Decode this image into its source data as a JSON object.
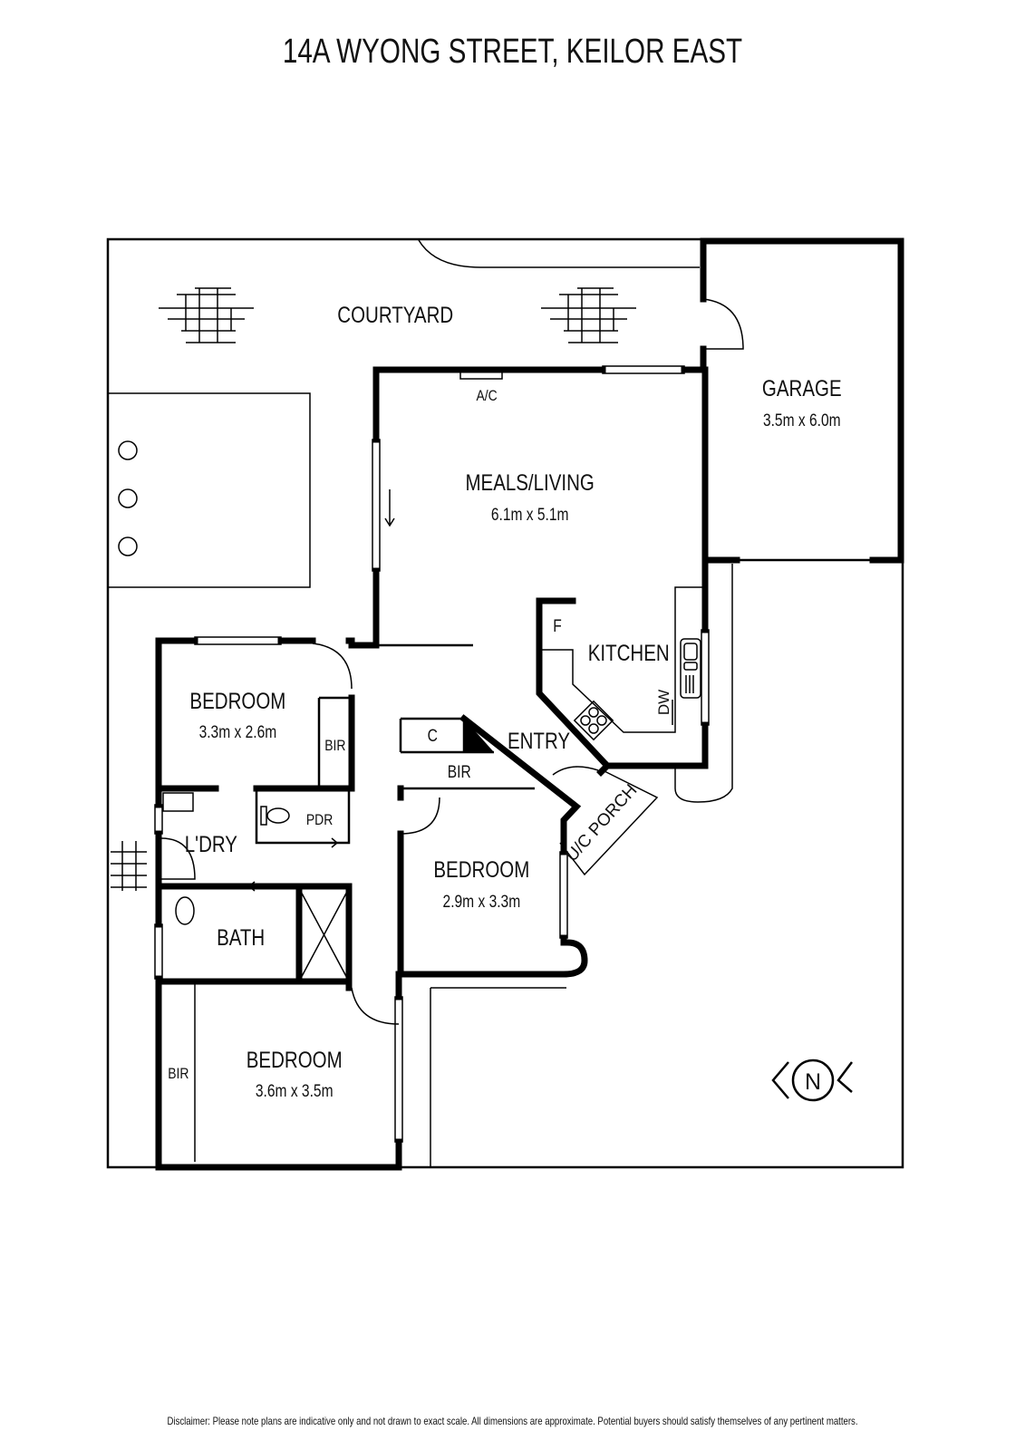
{
  "title": "14A WYONG STREET, KEILOR EAST",
  "disclaimer": "Disclaimer: Please note plans are indicative only and not drawn to exact scale. All dimensions are approximate. Potential buyers should satisfy themselves of any pertinent matters.",
  "rooms": {
    "courtyard": {
      "name": "COURTYARD"
    },
    "garage": {
      "name": "GARAGE",
      "size": "3.5m x 6.0m"
    },
    "meals_living": {
      "name": "MEALS/LIVING",
      "size": "6.1m x 5.1m"
    },
    "kitchen": {
      "name": "KITCHEN"
    },
    "entry": {
      "name": "ENTRY"
    },
    "porch": {
      "name": "U/C PORCH"
    },
    "bedroom1": {
      "name": "BEDROOM",
      "size": "3.3m x 2.6m"
    },
    "bedroom2": {
      "name": "BEDROOM",
      "size": "2.9m x 3.3m"
    },
    "bedroom3": {
      "name": "BEDROOM",
      "size": "3.6m x 3.5m"
    },
    "bath": {
      "name": "BATH"
    },
    "laundry": {
      "name": "L'DRY"
    },
    "pdr": {
      "name": "PDR"
    }
  },
  "fixtures": {
    "ac": "A/C",
    "fridge": "F",
    "dishwasher": "DW",
    "cupboard": "C",
    "bir": "BIR"
  },
  "compass": {
    "label": "N"
  }
}
